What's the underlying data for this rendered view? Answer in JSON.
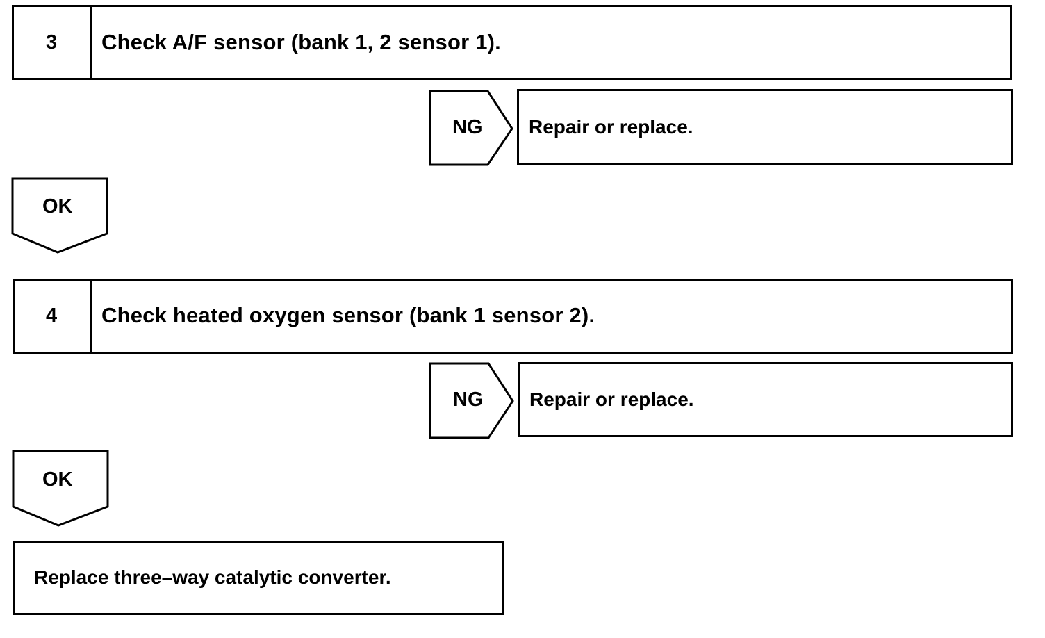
{
  "steps": [
    {
      "number": "3",
      "title": "Check A/F sensor (bank 1, 2 sensor 1).",
      "ng_label": "NG",
      "ng_action": "Repair or replace.",
      "ok_label": "OK"
    },
    {
      "number": "4",
      "title": "Check heated oxygen sensor (bank 1 sensor 2).",
      "ng_label": "NG",
      "ng_action": "Repair or replace.",
      "ok_label": "OK"
    }
  ],
  "final_action": "Replace three–way catalytic converter."
}
